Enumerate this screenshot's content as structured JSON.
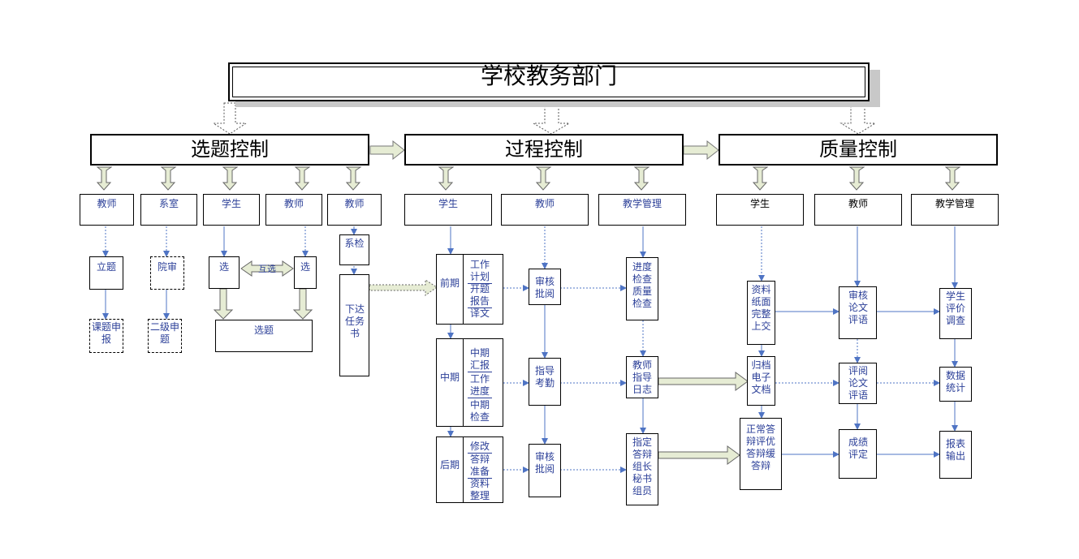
{
  "top": {
    "title": "学校教务部门"
  },
  "stages": [
    {
      "title": "选题控制"
    },
    {
      "title": "过程控制"
    },
    {
      "title": "质量控制"
    }
  ],
  "topic": {
    "roles": [
      "教师",
      "系室",
      "学生",
      "教师",
      "教师"
    ],
    "lizhi": "立题",
    "kecheng": "课题申报",
    "yuanshen": "院审",
    "erji": "二级申题",
    "xuan1": "选",
    "xuan2": "选",
    "huxuan": "互选",
    "xuanti": "选题",
    "xijian": "系检",
    "xiada": "下达任务书"
  },
  "process": {
    "roles": [
      "学生",
      "教师",
      "教学管理"
    ],
    "qian": "前期",
    "zhong": "中期",
    "hou": "后期",
    "qian_items": [
      "工作计划",
      "开题报告",
      "译文"
    ],
    "zhong_items": [
      "中期汇报",
      "工作进度",
      "中期检查"
    ],
    "hou_items": [
      "修改",
      "答辩准备",
      "资料整理"
    ],
    "shen1": "审核批阅",
    "zhidao": "指导考勤",
    "shen2": "审核批阅",
    "jindu": "进度检查质量检查",
    "rizhi": "教师指导日志",
    "zhiding": "指定答辩组长秘书组员"
  },
  "quality": {
    "roles": [
      "学生",
      "教师",
      "教学管理"
    ],
    "ziliao": "资料纸面完整上交",
    "guidang": "归档电子文档",
    "dabian": "正常答辩评优答辩缓答辩",
    "shenlw": "审核论文评语",
    "pingyue": "评阅论文评语",
    "chengji": "成绩评定",
    "xuesheng": "学生评价调查",
    "shuju": "数据统计",
    "baobiao": "报表输出"
  },
  "colors": {
    "line": "#4f74c4",
    "text": "#2b3f98",
    "border": "#000000",
    "shadow": "#c8c8c8"
  }
}
